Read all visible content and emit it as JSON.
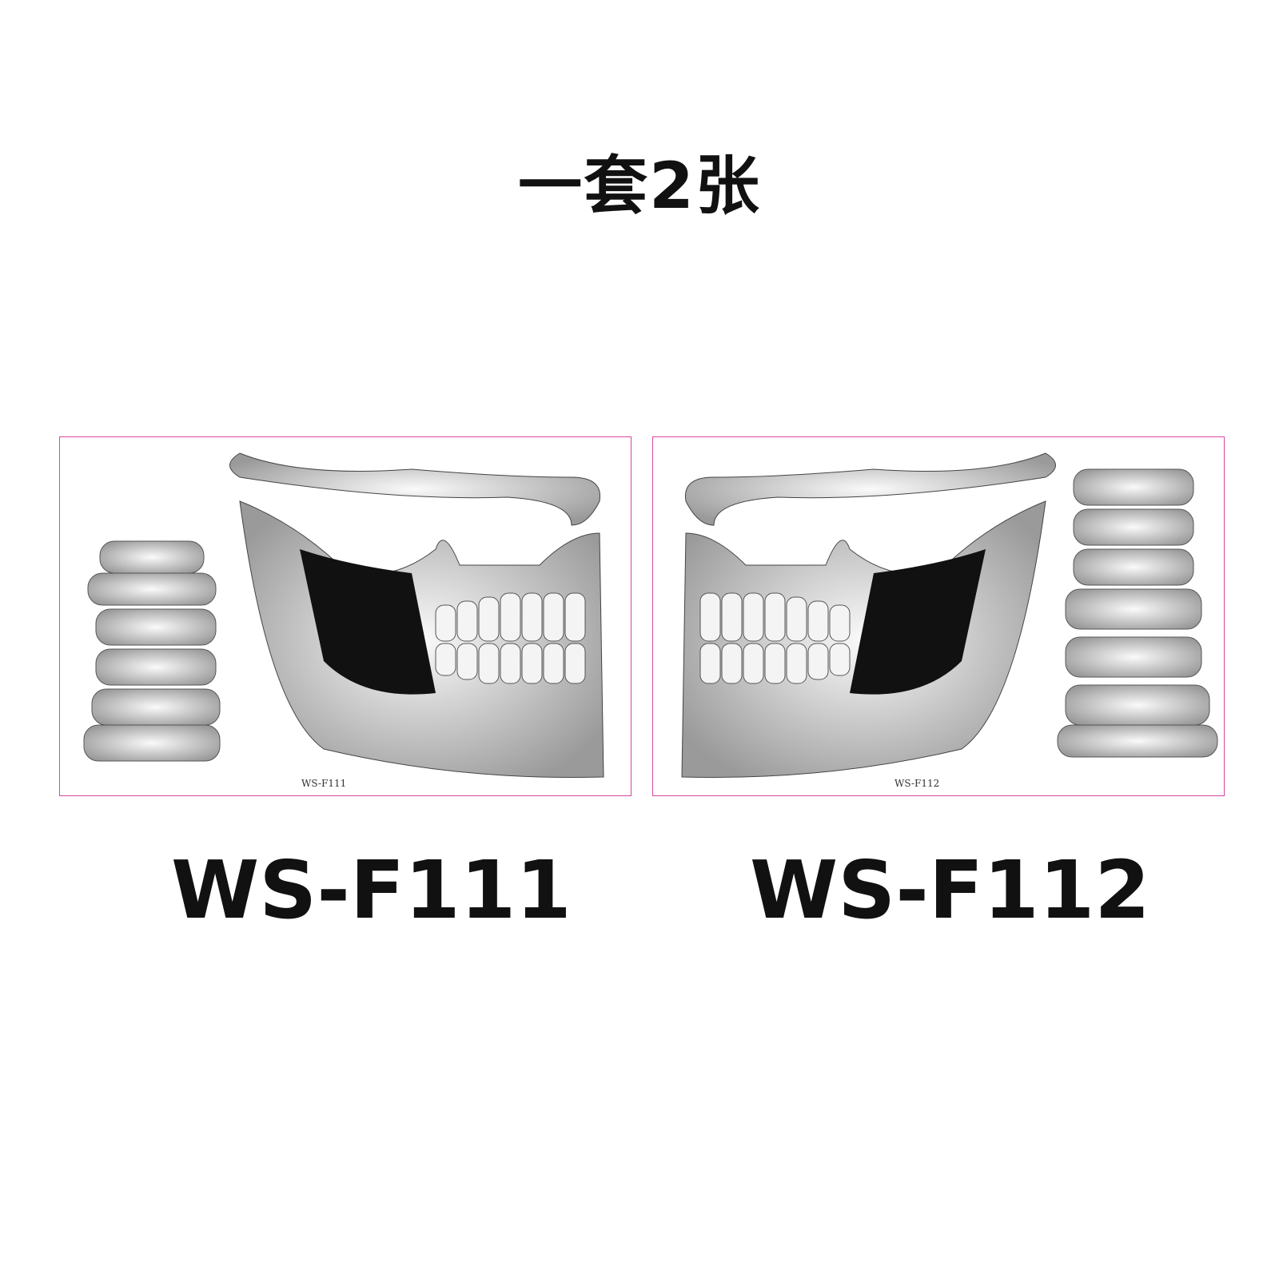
{
  "title": "一套2张",
  "products": [
    {
      "sheet_label": "WS-F111",
      "code": "WS-F111"
    },
    {
      "sheet_label": "WS-F112",
      "code": "WS-F112"
    }
  ],
  "colors": {
    "border": "#d9479a",
    "text": "#111111"
  }
}
